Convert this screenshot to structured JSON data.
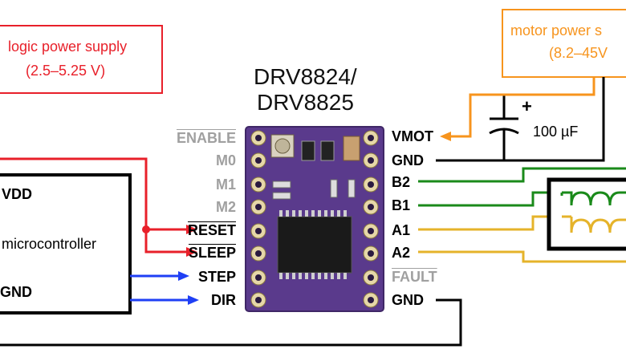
{
  "logic_supply": {
    "title": "logic power supply",
    "range": "(2.5–5.25 V)"
  },
  "motor_supply": {
    "title": "motor power s",
    "range": "(8.2–45V"
  },
  "driver": {
    "title_line1": "DRV8824/",
    "title_line2": "DRV8825"
  },
  "capacitor": {
    "plus": "+",
    "value": "100 µF"
  },
  "mcu": {
    "vdd": "VDD",
    "name": "microcontroller",
    "gnd": "GND"
  },
  "left_pins": {
    "enable": "ENABLE",
    "m0": "M0",
    "m1": "M1",
    "m2": "M2",
    "reset": "RESET",
    "sleep": "SLEEP",
    "step": "STEP",
    "dir": "DIR"
  },
  "right_pins": {
    "vmot": "VMOT",
    "gnd_top": "GND",
    "b2": "B2",
    "b1": "B1",
    "a1": "A1",
    "a2": "A2",
    "fault": "FAULT",
    "gnd_bottom": "GND"
  },
  "colors": {
    "logic_red": "#e8202a",
    "motor_orange": "#f7941d",
    "wire_blue": "#1f3ff5",
    "wire_green": "#1a8a1a",
    "wire_yellow": "#e5b32a",
    "board_purple": "#5a3a8c",
    "gray_pin": "#a0a0a0"
  }
}
